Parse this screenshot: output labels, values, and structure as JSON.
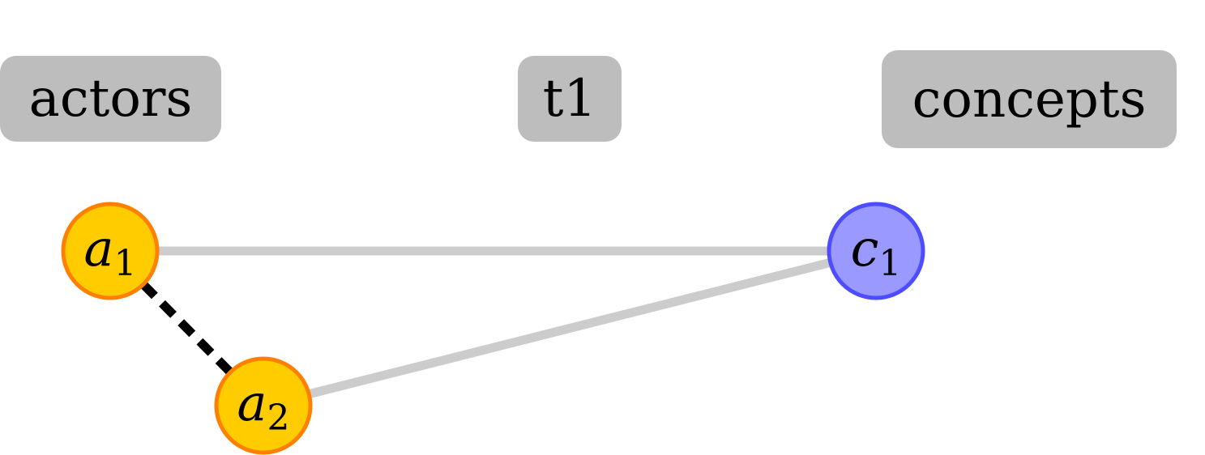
{
  "groups": {
    "actors": "actors",
    "t1": "t1",
    "concepts": "concepts"
  },
  "nodes": [
    {
      "id": "a1",
      "letter": "a",
      "sub": "1",
      "kind": "actor"
    },
    {
      "id": "a2",
      "letter": "a",
      "sub": "2",
      "kind": "actor"
    },
    {
      "id": "c1",
      "letter": "c",
      "sub": "1",
      "kind": "concept"
    }
  ],
  "edges": [
    {
      "from": "a1",
      "to": "c1",
      "style": "solid"
    },
    {
      "from": "a2",
      "to": "c1",
      "style": "solid"
    },
    {
      "from": "a1",
      "to": "a2",
      "style": "dashed"
    }
  ],
  "colors": {
    "actor_fill": "#ffcc00",
    "actor_stroke": "#ff8000",
    "concept_fill": "#9999ff",
    "concept_stroke": "#4d4dff",
    "edge_solid": "#cccccc",
    "edge_dashed": "#000000",
    "label_bg": "#bdbdbd"
  }
}
